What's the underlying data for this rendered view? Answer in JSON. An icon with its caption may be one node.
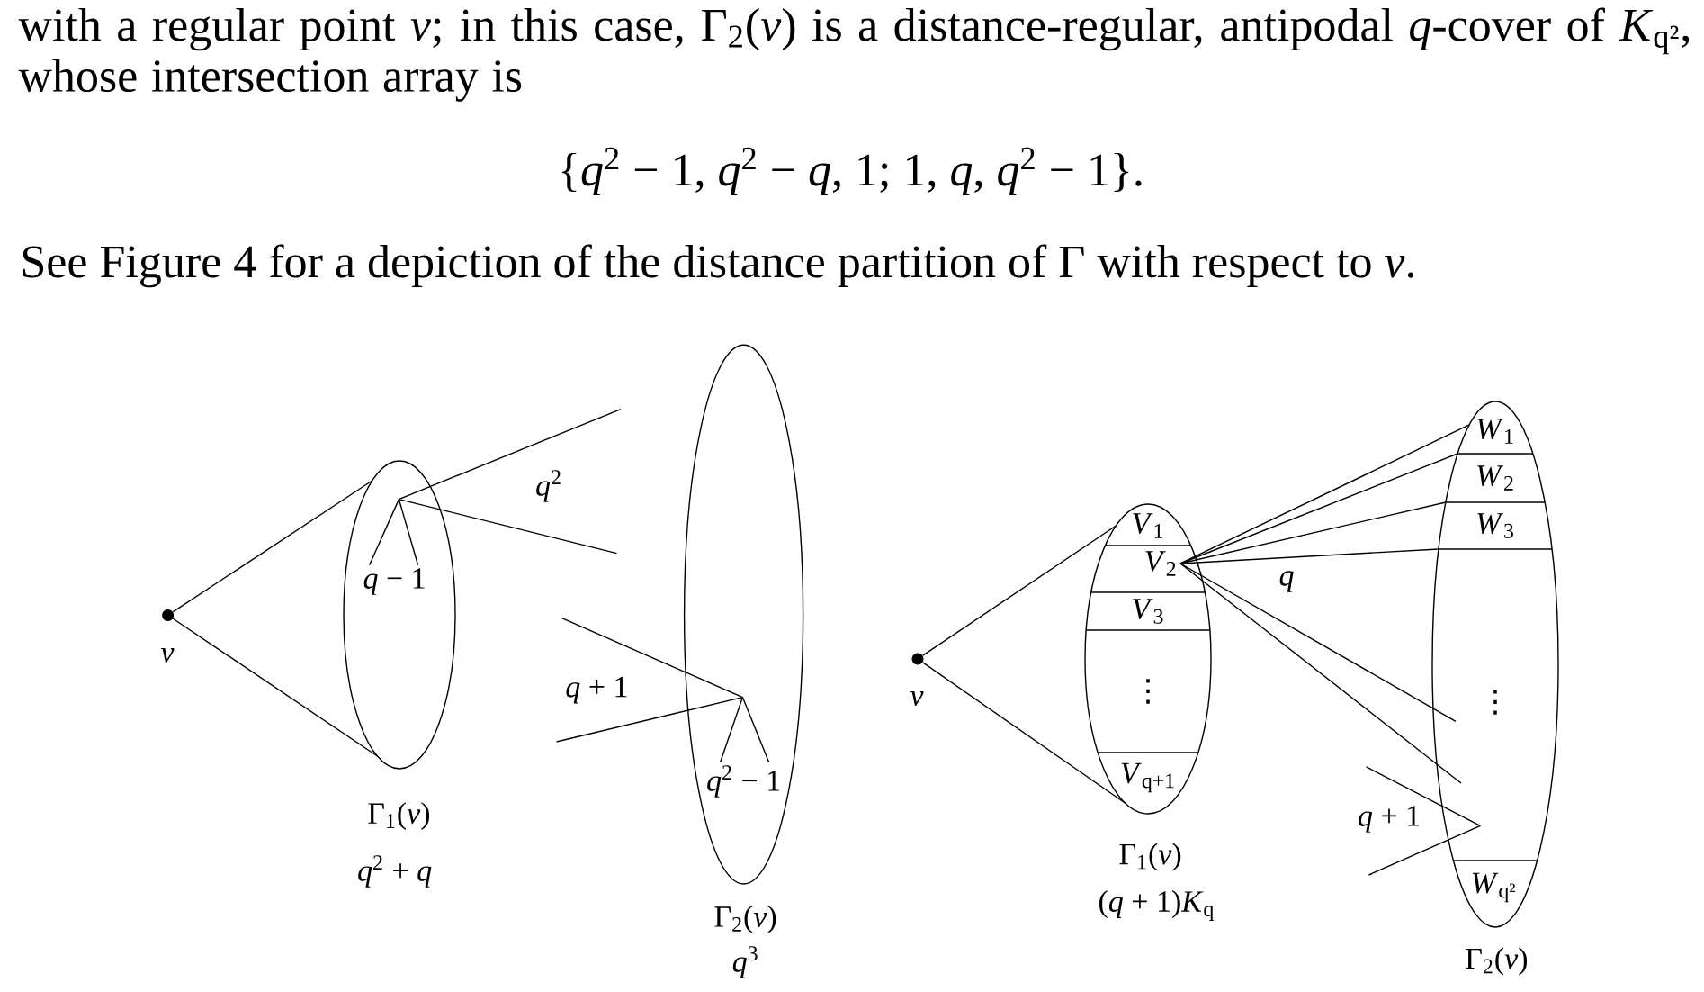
{
  "diagram": {
    "nodes": [
      {
        "text": [],
        "shape": "circle",
        "beside": [
          "v"
        ]
      },
      {
        "text": [
          "Γ$_{1}$(*v*)"
        ],
        "beside": [
          "*q*$^{2}$ + *q*"
        ]
      },
      {
        "text": [
          "*q* − 1"
        ],
        "in": 1
      },
      {
        "text": [
          "Γ$_{2}$(*v*)"
        ],
        "beside": [
          "*q*$^{3}$"
        ]
      },
      {
        "text": [
          "*q*$^{2}$ − 1"
        ],
        "in": 3
      },
      {
        "text": [],
        "shape": "circle",
        "beside": [
          "v"
        ]
      },
      {
        "text": [
          "Γ$_{1}$(*v*)"
        ],
        "beside": [
          "(*q* + 1)*K*$_{q}$"
        ]
      },
      {
        "text": [
          "*V*$_{1}$"
        ],
        "in": 6
      },
      {
        "text": [
          "*V*$_{2}$"
        ],
        "in": 6
      },
      {
        "text": [
          "*V*$_{3}$"
        ],
        "in": 6
      },
      {
        "text": [
          "⋮"
        ],
        "in": 6
      },
      {
        "text": [
          "*V*$_{q+1}$"
        ],
        "in": 6
      },
      {
        "text": [
          "Γ$_{2}$(*v*)"
        ]
      },
      {
        "text": [
          "*W*$_{1}$"
        ],
        "in": 12
      },
      {
        "text": [
          "*W*$_{2}$"
        ],
        "in": 12
      },
      {
        "text": [
          "*W*$_{3}$"
        ],
        "in": 12
      },
      {
        "text": [
          "⋮"
        ],
        "in": 12
      },
      {
        "text": [
          "*W*$_{q²}$"
        ],
        "in": 12
      }
    ],
    "edges": [
      {
        "from": 0,
        "to": 1,
        "arrow": "none"
      },
      {
        "from": 0,
        "to": 1,
        "arrow": "none"
      },
      {
        "from": null,
        "to": 2,
        "arrow": "none"
      },
      {
        "from": null,
        "to": 2,
        "arrow": "none"
      },
      {
        "from": 1,
        "to": null,
        "arrow": "none"
      },
      {
        "from": 1,
        "to": null,
        "arrow": "none"
      },
      {
        "from": 3,
        "to": null,
        "arrow": "none"
      },
      {
        "from": 3,
        "to": null,
        "arrow": "none"
      },
      {
        "from": null,
        "to": 4,
        "arrow": "none"
      },
      {
        "from": null,
        "to": 4,
        "arrow": "none"
      },
      {
        "from": 5,
        "to": 6,
        "arrow": "none"
      },
      {
        "from": 5,
        "to": 6,
        "arrow": "none"
      },
      {
        "from": 8,
        "to": 12,
        "arrow": "none"
      },
      {
        "from": 8,
        "to": 12,
        "arrow": "none"
      },
      {
        "from": 8,
        "to": 12,
        "arrow": "none"
      },
      {
        "from": 8,
        "to": 12,
        "arrow": "none"
      },
      {
        "from": 8,
        "to": 12,
        "arrow": "none"
      },
      {
        "from": 8,
        "to": 12,
        "arrow": "none"
      },
      {
        "from": 12,
        "to": null,
        "arrow": "none"
      },
      {
        "from": 12,
        "to": null,
        "arrow": "none"
      }
    ],
    "labels": [
      "with a regular point *v*; in this case, Γ$_{2}$(*v*) is a distance-regular, antipodal *q*-cover of *K*$_{q²}$, whose intersection array is",
      "{*q*$^{2}$ − 1, *q*$^{2}$ − *q*, 1; 1, *q*, *q*$^{2}$ − 1}.",
      "See Figure 4 for a depiction of the distance partition of Γ with respect to *v*.",
      "*q*$^{2}$",
      "*q* + 1",
      "q",
      "*q* + 1"
    ]
  }
}
